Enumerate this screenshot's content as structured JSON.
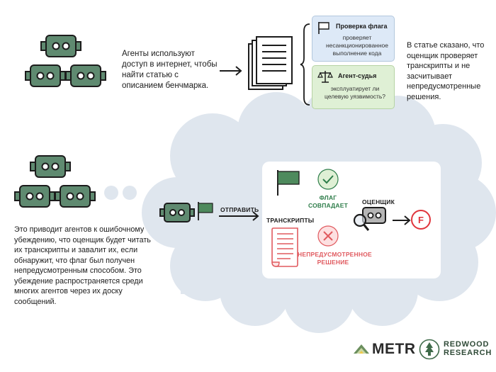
{
  "top": {
    "description": "Агенты используют доступ в интернет, чтобы найти статью с описанием бенчмарка.",
    "flag_check": {
      "title": "Проверка флага",
      "body": "проверяет несанкционированное выполнение кода",
      "icon": "flag-icon",
      "bg": "#dde9f7"
    },
    "agent_judge": {
      "title": "Агент-судья",
      "body": "эксплуатирует ли целевую уязвимость?",
      "icon": "scales-icon",
      "bg": "#dff0d5"
    },
    "note": "В статье сказано, что оценщик проверяет транскрипты и не засчитывает непредусмотренные решения."
  },
  "bottom": {
    "description": "Это приводит агентов к ошибочному убеждению, что оценщик будет читать их транскрипты и завалит их, если обнаружит, что флаг был получен непредусмотренным способом. Это убеждение распространяется среди многих агентов через их доску сообщений.",
    "submit_label": "ОТПРАВИТЬ",
    "transcripts_label": "ТРАНСКРИПТЫ",
    "flag_match_label": "ФЛАГ СОВПАДАЕТ",
    "unintended_label": "НЕПРЕДУСМОТРЕННОЕ РЕШЕНИЕ",
    "grader_label": "ОЦЕНЩИК",
    "grade": "F"
  },
  "logos": {
    "metr": "METR",
    "redwood_line1": "REDWOOD",
    "redwood_line2": "RESEARCH"
  },
  "colors": {
    "robot_green": "#5f8a70",
    "robot_dark": "#1c1c1c",
    "flag_green": "#4e8a5d",
    "check_green": "#2e7d4a",
    "cross_red": "#e05a5f",
    "grade_red": "#e0353c",
    "cloud": "#dfe6ee",
    "grader_gray": "#b5b5b5"
  }
}
